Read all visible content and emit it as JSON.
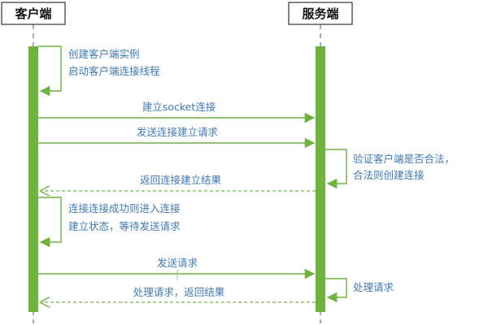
{
  "actors": {
    "client": "客户端",
    "server": "服务端"
  },
  "client_notes": {
    "create_instance": "创建客户端实例",
    "start_thread": "启动客户端连接线程",
    "connect_success_1": "连接连接成功则进入连接",
    "connect_success_2": "建立状态，等待发送请求"
  },
  "server_notes": {
    "verify_1": "验证客户端是否合法，",
    "verify_2": "合法则创建连接",
    "handle_request": "处理请求"
  },
  "messages": {
    "establish_socket": "建立socket连接",
    "send_connect_request": "发送连接建立请求",
    "return_connect_result": "返回连接建立结果",
    "send_request": "发送请求",
    "handle_and_return": "处理请求，返回结果"
  },
  "colors": {
    "activation": "#6fb33f",
    "text": "#3f79b5"
  }
}
